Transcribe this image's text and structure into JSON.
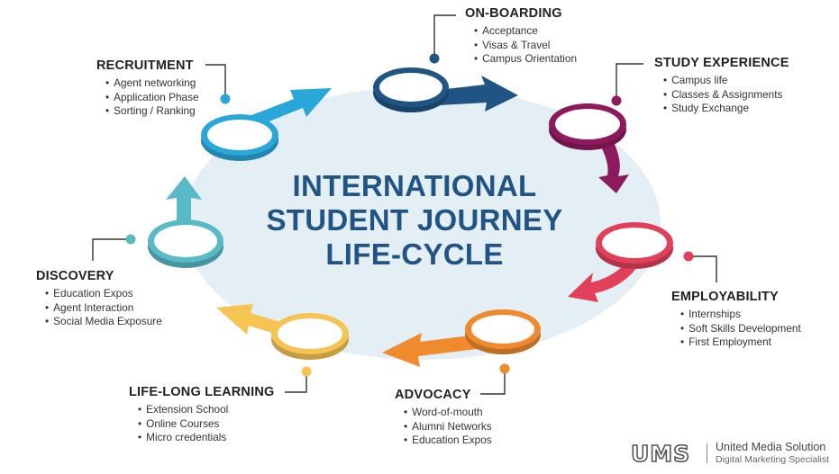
{
  "diagram": {
    "title_lines": [
      "INTERNATIONAL",
      "STUDENT JOURNEY",
      "LIFE-CYCLE"
    ],
    "title_color": "#1f5485",
    "background_blob_color": "#e4eff5",
    "stages": [
      {
        "id": "onboarding",
        "title": "ON-BOARDING",
        "items": [
          "Acceptance",
          "Visas & Travel",
          "Campus Orientation"
        ],
        "color": "#1f5485"
      },
      {
        "id": "study",
        "title": "STUDY EXPERIENCE",
        "items": [
          "Campus life",
          "Classes & Assignments",
          "Study Exchange"
        ],
        "color": "#8e1a5e"
      },
      {
        "id": "employability",
        "title": "EMPLOYABILITY",
        "items": [
          "Internships",
          "Soft Skills Development",
          "First Employment"
        ],
        "color": "#e2405a"
      },
      {
        "id": "advocacy",
        "title": "ADVOCACY",
        "items": [
          "Word-of-mouth",
          "Alumni Networks",
          "Education Expos"
        ],
        "color": "#ef8a2e"
      },
      {
        "id": "lifelong",
        "title": "LIFE-LONG LEARNING",
        "items": [
          "Extension School",
          "Online Courses",
          "Micro credentials"
        ],
        "color": "#f5c453"
      },
      {
        "id": "discovery",
        "title": "DISCOVERY",
        "items": [
          "Education Expos",
          "Agent Interaction",
          "Social Media  Exposure"
        ],
        "color": "#58b9c8"
      },
      {
        "id": "recruitment",
        "title": "RECRUITMENT",
        "items": [
          "Agent networking",
          "Application Phase",
          "Sorting / Ranking"
        ],
        "color": "#2aa7d9"
      }
    ]
  },
  "logo": {
    "mark_text": "UMS",
    "name": "United Media Solution",
    "tagline": "Digital Marketing Specialist"
  }
}
